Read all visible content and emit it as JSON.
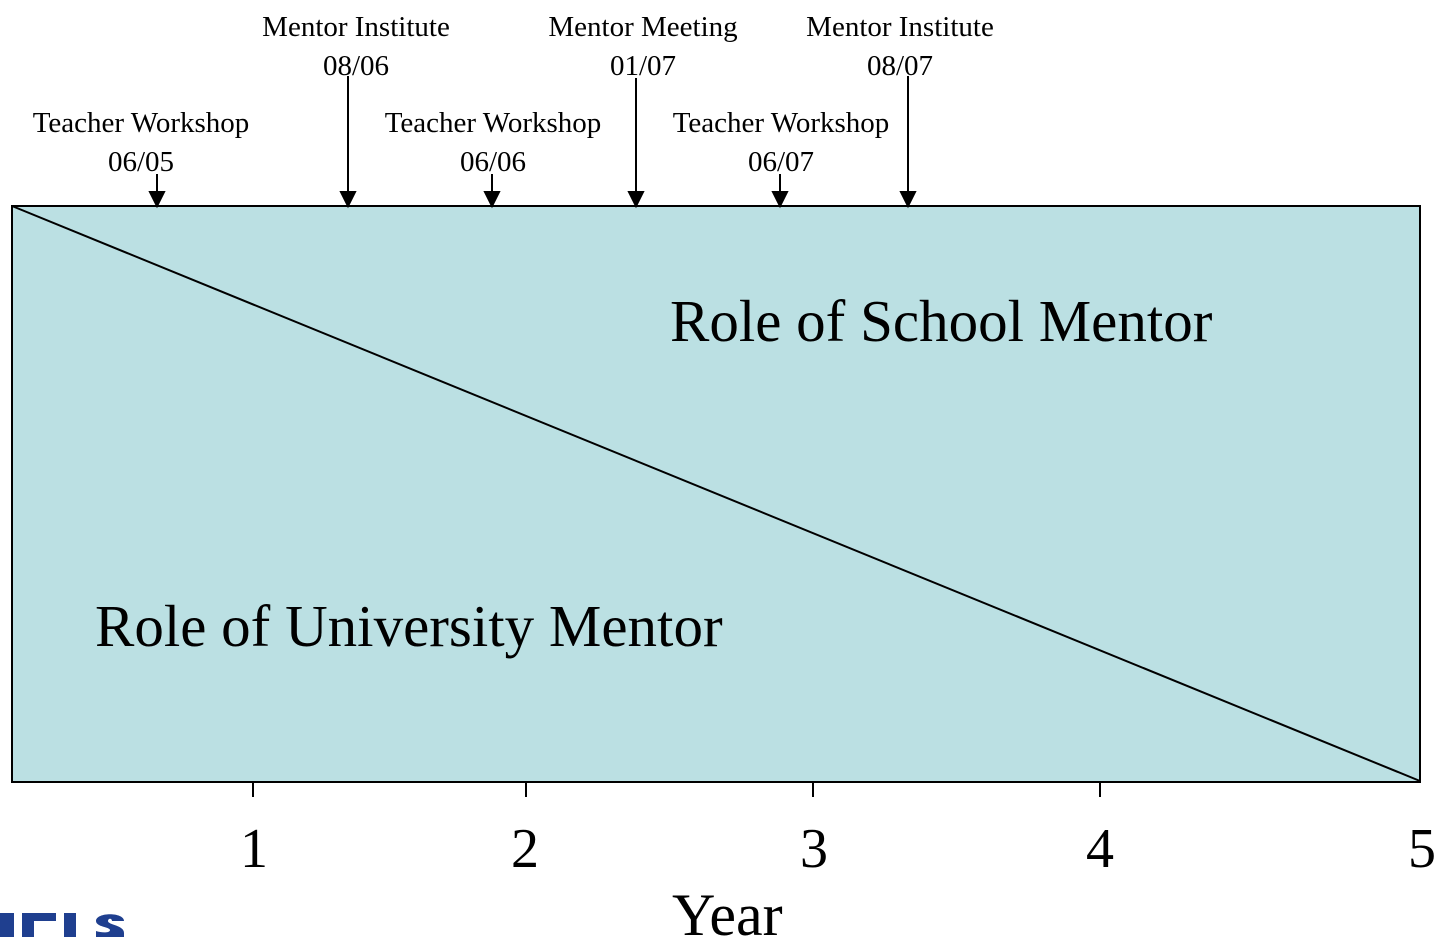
{
  "events": [
    {
      "name": "Teacher Workshop",
      "date": "06/05"
    },
    {
      "name": "Mentor Institute",
      "date": "08/06"
    },
    {
      "name": "Teacher Workshop",
      "date": "06/06"
    },
    {
      "name": "Mentor Meeting",
      "date": "01/07"
    },
    {
      "name": "Teacher Workshop",
      "date": "06/07"
    },
    {
      "name": "Mentor Institute",
      "date": "08/07"
    }
  ],
  "regions": {
    "upper": "Role of School Mentor",
    "lower": "Role of University Mentor"
  },
  "axis": {
    "ticks": [
      "1",
      "2",
      "3",
      "4",
      "5"
    ],
    "title": "Year"
  },
  "colors": {
    "panel_fill": "#bbe0e3",
    "logo_blue": "#1f3f8f"
  }
}
